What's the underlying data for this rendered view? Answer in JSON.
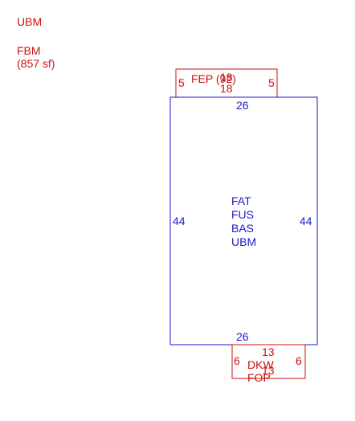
{
  "legend": {
    "line1": "UBM",
    "line2": "FBM",
    "line3": "(857 sf)"
  },
  "colors": {
    "red": "#cc1111",
    "blue": "#1a1acc"
  },
  "top_porch": {
    "label": "FEP (92)",
    "top_dim": "18",
    "bottom_dim": "18",
    "left_dim": "5",
    "right_dim": "5"
  },
  "main": {
    "top_dim": "26",
    "bottom_dim": "26",
    "left_dim": "44",
    "right_dim": "44",
    "labels": [
      "FAT",
      "FUS",
      "BAS",
      "UBM"
    ]
  },
  "bottom_porch": {
    "label1": "DKW",
    "label2": "FOP",
    "top_dim": "13",
    "bottom_dim": "13",
    "left_dim": "6",
    "right_dim": "6"
  }
}
